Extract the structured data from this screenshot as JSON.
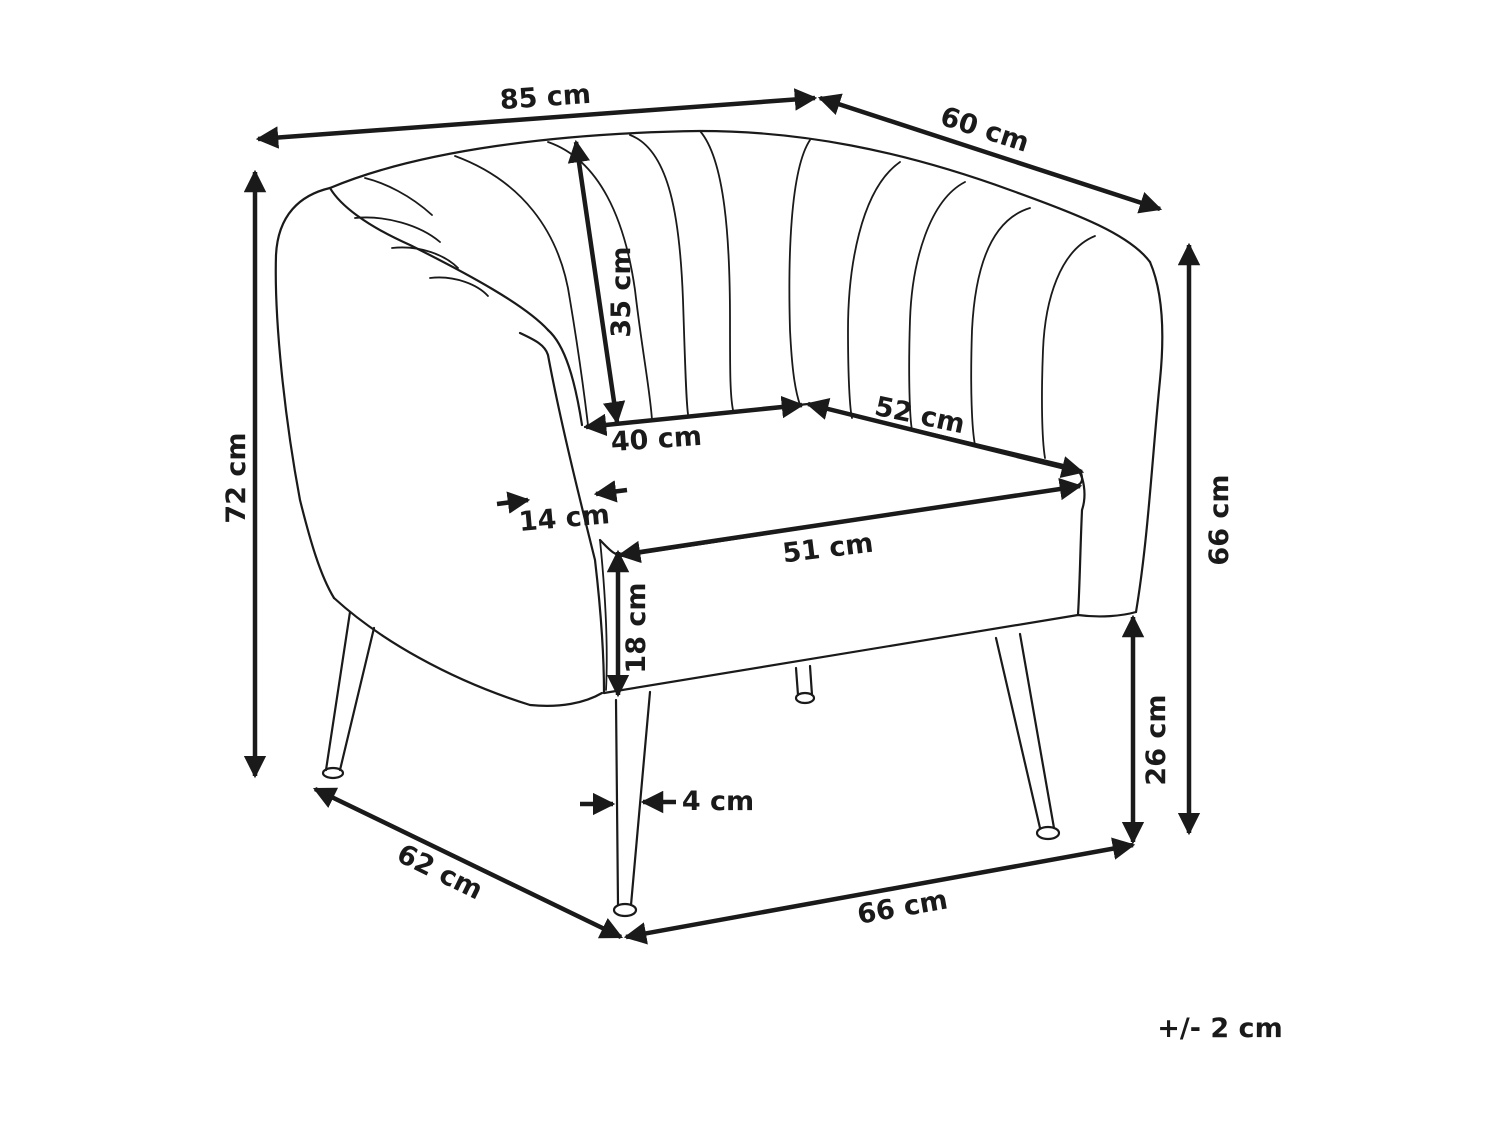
{
  "labels": {
    "width": "85 cm",
    "depth": "60 cm",
    "total_height": "72 cm",
    "arm_height": "66 cm",
    "backrest_height": "35 cm",
    "seat_width": "40 cm",
    "seat_depth": "52 cm",
    "seat_front": "51 cm",
    "arm_width": "14 cm",
    "cushion_thickness": "18 cm",
    "seat_height": "26 cm",
    "leg_depth": "62 cm",
    "leg_width": "66 cm",
    "leg_thickness": "4 cm",
    "tolerance": "+/- 2 cm"
  },
  "colors": {
    "line": "#1a1a1a",
    "background": "#ffffff"
  }
}
